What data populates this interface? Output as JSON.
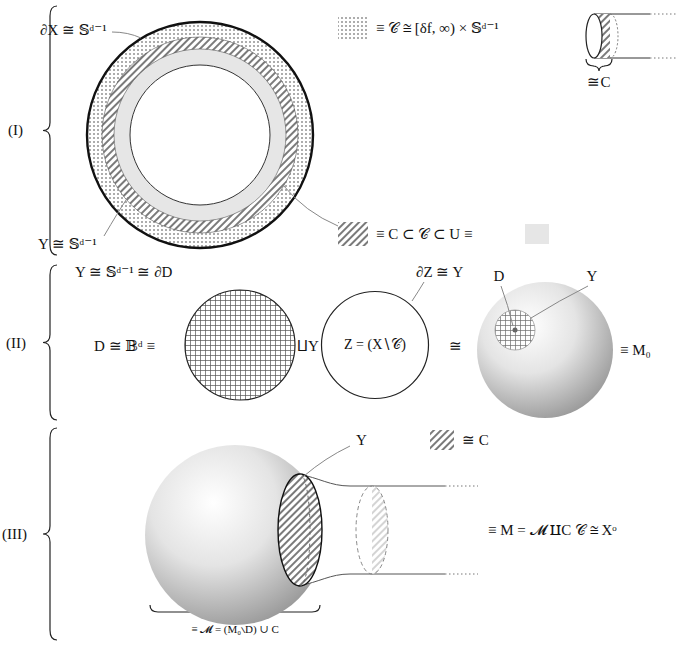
{
  "diagram": {
    "nodes": [
      {
        "text": [
          "Z = (X∖𝒞)"
        ]
      }
    ],
    "labels": [
      "(I)",
      "∂X ≅ 𝕊ᵈ⁻¹",
      "≡ 𝒞 ≅ [δf, ∞) × 𝕊ᵈ⁻¹",
      "≅C",
      "Y ≅ 𝕊ᵈ⁻¹",
      "≡ C ⊂ 𝒞 ⊂ U ≡",
      "(II)",
      "Y ≅ 𝕊ᵈ⁻¹ ≅ ∂D",
      "D ≅ 𝔹ᵈ ≡",
      "⨿Y",
      "∂Z ≅ Y",
      "≅",
      "D",
      "Y",
      "≡ M₀",
      "(III)",
      "Y",
      "≅ C",
      "≡ M = 𝓜 ⨿C 𝒞 ≅ Xᵒ",
      "≡ 𝓜 = (M₀∖D) ∪ C"
    ]
  }
}
